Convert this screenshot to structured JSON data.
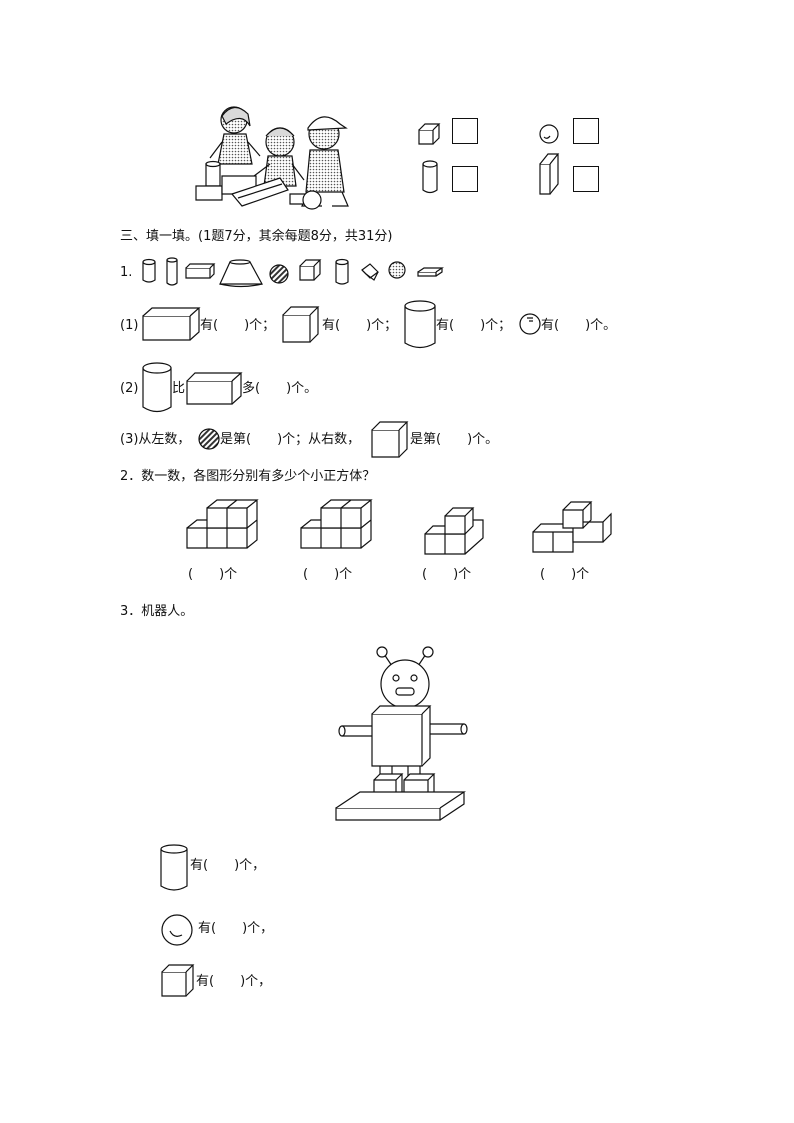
{
  "section3": {
    "heading": "三、填一填。(1题7分，其余每题8分，共31分)"
  },
  "q1": {
    "number": "1.",
    "p1_label": "(1)",
    "p1_a": "有(　　)个；",
    "p1_b": "有(　　)个；",
    "p1_c": "有(　　)个；",
    "p1_d": "有(　　)个。",
    "p2_label": "(2)",
    "p2_bi": "比",
    "p2_duo": "多(　　)个。",
    "p3_a": "(3)从左数，",
    "p3_b": "是第(　　)个；从右数，",
    "p3_c": "是第(　　)个。"
  },
  "q2": {
    "title": "2．数一数，各图形分别有多少个小正方体？",
    "answers": [
      "(　　)个",
      "(　　)个",
      "(　　)个",
      "(　　)个"
    ]
  },
  "q3": {
    "title": "3．机器人。",
    "cylinder": "有(　　)个，",
    "sphere": "有(　　)个，",
    "cube": "有(　　)个，"
  }
}
